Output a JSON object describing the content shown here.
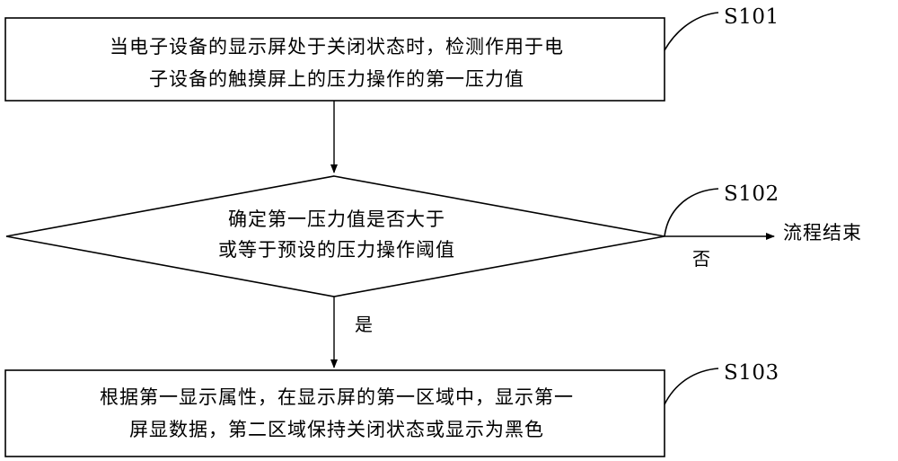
{
  "diagram": {
    "type": "flowchart",
    "title": "",
    "nodes": [
      {
        "id": "s101",
        "shape": "rectangle",
        "step_label": "S101",
        "text": "当电子设备的显示屏处于关闭状态时，检测作用于电\n子设备的触摸屏上的压力操作的第一压力值"
      },
      {
        "id": "s102",
        "shape": "diamond",
        "step_label": "S102",
        "text": "确定第一压力值是否大于\n或等于预设的压力操作阈值"
      },
      {
        "id": "s103",
        "shape": "rectangle",
        "step_label": "S103",
        "text": "根据第一显示属性，在显示屏的第一区域中，显示第一\n屏显数据，第二区域保持关闭状态或显示为黑色"
      }
    ],
    "edges": [
      {
        "id": "e1",
        "from": "s101",
        "to": "s102",
        "label": ""
      },
      {
        "id": "e2",
        "from": "s102",
        "to": "end",
        "label": "否"
      },
      {
        "id": "e3",
        "from": "s102",
        "to": "s103",
        "label": "是"
      }
    ],
    "terminator": {
      "id": "end",
      "text": "流程结束"
    },
    "colors": {
      "stroke": "#000000",
      "text": "#000000",
      "background": "#ffffff"
    }
  }
}
